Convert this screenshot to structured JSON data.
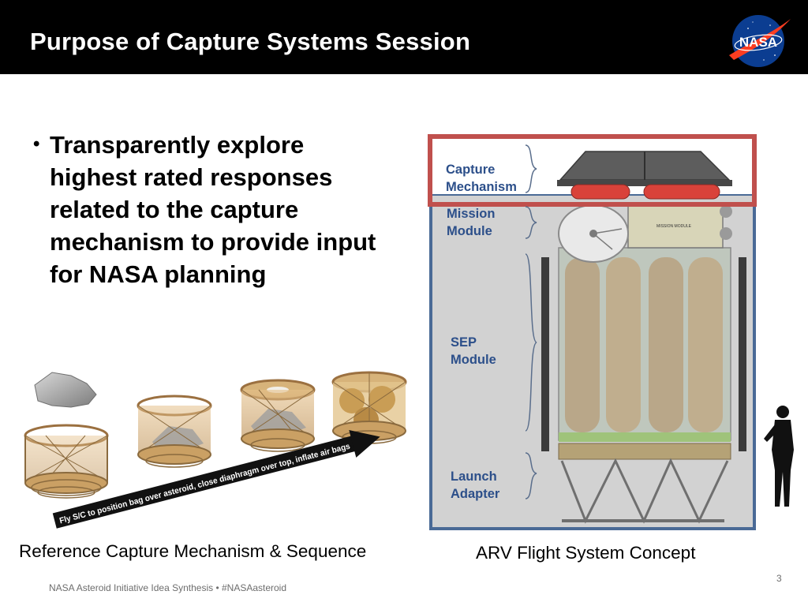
{
  "slide": {
    "title": "Purpose of Capture Systems Session",
    "bullet": "Transparently explore highest rated responses related to the capture mechanism to provide input for NASA planning",
    "caption_left": "Reference Capture Mechanism & Sequence",
    "caption_right": "ARV Flight System Concept",
    "footer": "NASA Asteroid Initiative Idea Synthesis • #NASAasteroid",
    "page_number": "3"
  },
  "logo": {
    "text": "NASA",
    "icon": "nasa-meatball-icon"
  },
  "sequence_figure": {
    "arrow_text": "Fly S/C to position bag over asteroid, close diaphragm over top, inflate air bags"
  },
  "arv_figure": {
    "labels": {
      "capture_1": "Capture",
      "capture_2": "Mechanism",
      "mission_1": "Mission",
      "mission_2": "Module",
      "sep_1": "SEP",
      "sep_2": "Module",
      "launch_1": "Launch",
      "launch_2": "Adapter"
    },
    "module_plate_text": "MISSION MODULE"
  },
  "colors": {
    "title_bar": "#000000",
    "highlight_box": "#c0504d",
    "label_blue": "#2c4f8a",
    "frame_blue": "#4a6a96",
    "nasa_blue": "#0b3d91",
    "nasa_red": "#fc3d21"
  }
}
